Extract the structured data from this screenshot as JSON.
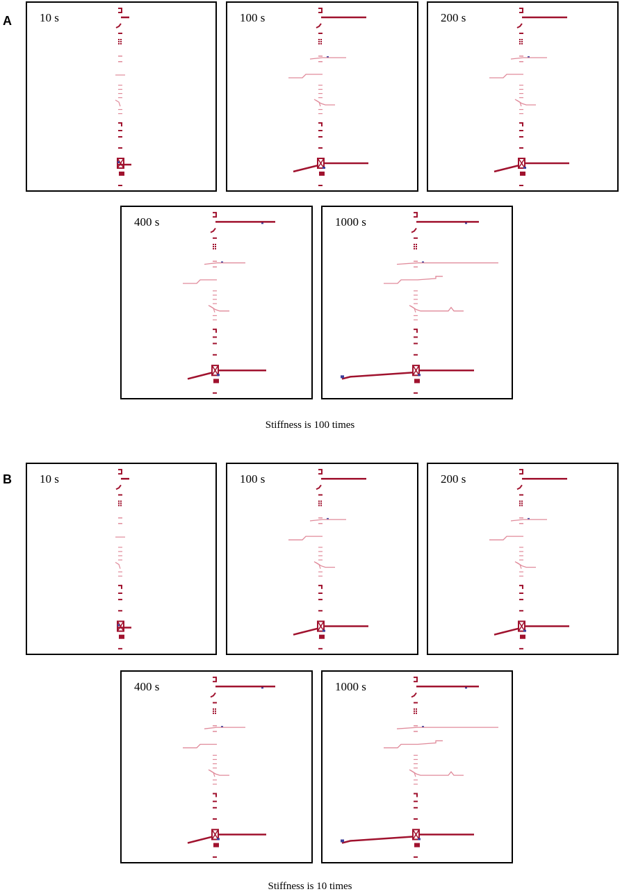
{
  "figure": {
    "sections": [
      {
        "letter": "A",
        "caption": "Stiffness is 100 times",
        "panels": [
          {
            "time": "10 s",
            "stage": 0
          },
          {
            "time": "100 s",
            "stage": 1
          },
          {
            "time": "200 s",
            "stage": 2
          },
          {
            "time": "400 s",
            "stage": 3
          },
          {
            "time": "1000 s",
            "stage": 4
          }
        ]
      },
      {
        "letter": "B",
        "caption": "Stiffness is 10 times",
        "panels": [
          {
            "time": "10 s",
            "stage": 0
          },
          {
            "time": "100 s",
            "stage": 1
          },
          {
            "time": "200 s",
            "stage": 2
          },
          {
            "time": "400 s",
            "stage": 3
          },
          {
            "time": "1000 s",
            "stage": 4
          }
        ]
      }
    ]
  },
  "colors": {
    "crack_major": "#a0122e",
    "crack_minor": "#e08a9a",
    "debris_blue": "#3b3f9a",
    "border": "#000000"
  }
}
